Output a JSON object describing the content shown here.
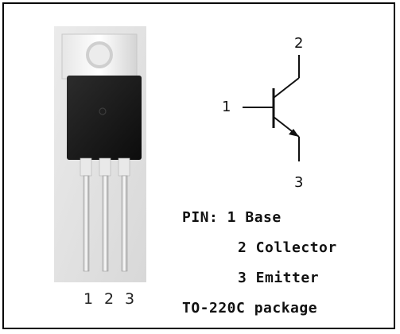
{
  "schematic": {
    "pin_base": "1",
    "pin_collector": "2",
    "pin_emitter": "3"
  },
  "photo": {
    "leg_labels": [
      "1",
      "2",
      "3"
    ]
  },
  "pinout": {
    "line1": "PIN: 1 Base",
    "line2": "2 Collector",
    "line3": "3 Emitter",
    "package": "TO-220C package"
  }
}
